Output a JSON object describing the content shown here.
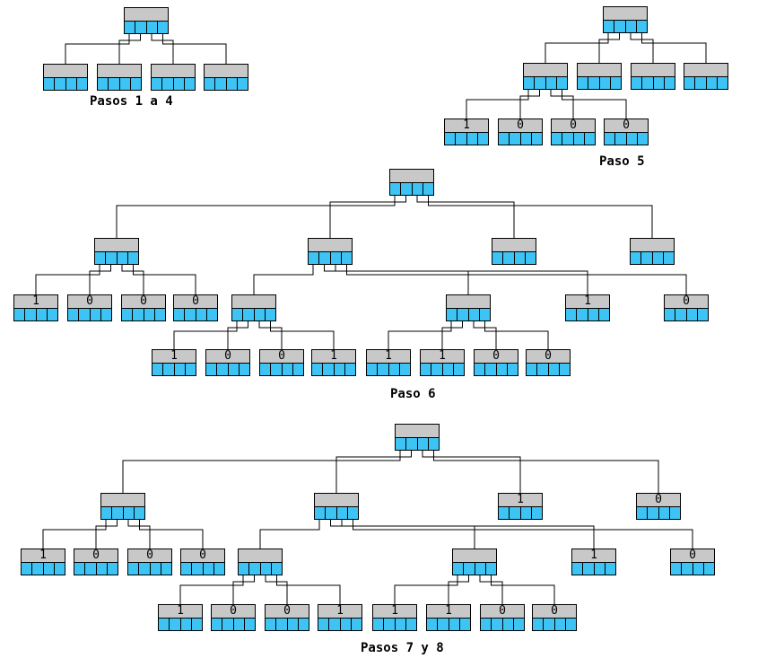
{
  "captions": {
    "steps_1_4": "Pasos 1 a 4",
    "step_5": "Paso 5",
    "step_6": "Paso 6",
    "steps_7_8": "Pasos 7 y 8"
  },
  "colors": {
    "node_top": "#c8c8c8",
    "node_bottom": "#3ec4f4",
    "line": "#000000"
  },
  "diagrams": [
    {
      "id": "steps-1-4",
      "tree": {
        "label": "",
        "children": [
          {
            "label": ""
          },
          {
            "label": ""
          },
          {
            "label": ""
          },
          {
            "label": ""
          }
        ]
      }
    },
    {
      "id": "step-5",
      "tree": {
        "label": "",
        "children": [
          {
            "label": "",
            "children": [
              {
                "label": "1"
              },
              {
                "label": "0"
              },
              {
                "label": "0"
              },
              {
                "label": "0"
              }
            ]
          },
          {
            "label": ""
          },
          {
            "label": ""
          },
          {
            "label": ""
          }
        ]
      }
    },
    {
      "id": "step-6",
      "tree": {
        "label": "",
        "children": [
          {
            "label": "",
            "children": [
              {
                "label": "1"
              },
              {
                "label": "0"
              },
              {
                "label": "0"
              },
              {
                "label": "0"
              }
            ]
          },
          {
            "label": "",
            "children": [
              {
                "label": "",
                "children": [
                  {
                    "label": "1"
                  },
                  {
                    "label": "0"
                  },
                  {
                    "label": "0"
                  },
                  {
                    "label": "1"
                  }
                ]
              },
              {
                "label": "",
                "children": [
                  {
                    "label": "1"
                  },
                  {
                    "label": "1"
                  },
                  {
                    "label": "0"
                  },
                  {
                    "label": "0"
                  }
                ]
              },
              {
                "label": "1"
              },
              {
                "label": "0"
              }
            ]
          },
          {
            "label": ""
          },
          {
            "label": ""
          }
        ]
      }
    },
    {
      "id": "steps-7-8",
      "tree": {
        "label": "",
        "children": [
          {
            "label": "",
            "children": [
              {
                "label": "1"
              },
              {
                "label": "0"
              },
              {
                "label": "0"
              },
              {
                "label": "0"
              }
            ]
          },
          {
            "label": "",
            "children": [
              {
                "label": "",
                "children": [
                  {
                    "label": "1"
                  },
                  {
                    "label": "0"
                  },
                  {
                    "label": "0"
                  },
                  {
                    "label": "1"
                  }
                ]
              },
              {
                "label": "",
                "children": [
                  {
                    "label": "1"
                  },
                  {
                    "label": "1"
                  },
                  {
                    "label": "0"
                  },
                  {
                    "label": "0"
                  }
                ]
              },
              {
                "label": "1"
              },
              {
                "label": "0"
              }
            ]
          },
          {
            "label": "1"
          },
          {
            "label": "0"
          }
        ]
      }
    }
  ]
}
